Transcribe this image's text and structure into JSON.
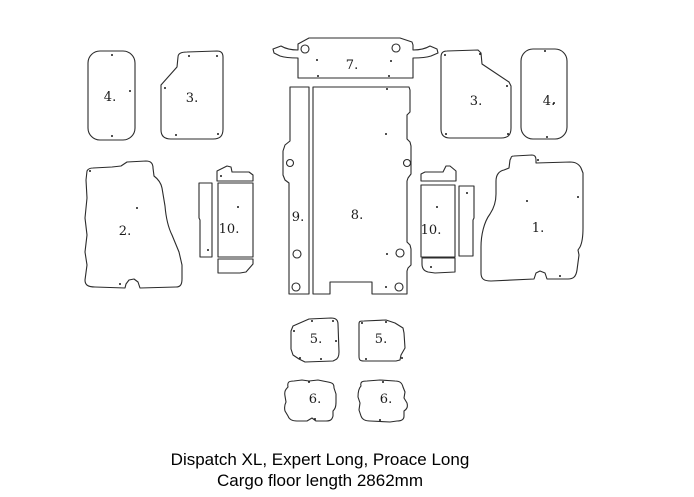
{
  "caption": {
    "line1": "Dispatch XL, Expert Long, Proace Long",
    "line2": "Cargo floor length 2862mm"
  },
  "panels": {
    "p1": {
      "label": "1."
    },
    "p2": {
      "label": "2."
    },
    "p3_left": {
      "label": "3."
    },
    "p3_right": {
      "label": "3."
    },
    "p4_left": {
      "label": "4."
    },
    "p4_right": {
      "label": "4."
    },
    "p5_left": {
      "label": "5."
    },
    "p5_right": {
      "label": "5."
    },
    "p6_left": {
      "label": "6."
    },
    "p6_right": {
      "label": "6."
    },
    "p7": {
      "label": "7."
    },
    "p8": {
      "label": "8."
    },
    "p9": {
      "label": "9."
    },
    "p10_left": {
      "label": "10."
    },
    "p10_right": {
      "label": "10."
    }
  },
  "colors": {
    "outline": "#2b2b2b",
    "background": "#ffffff"
  }
}
